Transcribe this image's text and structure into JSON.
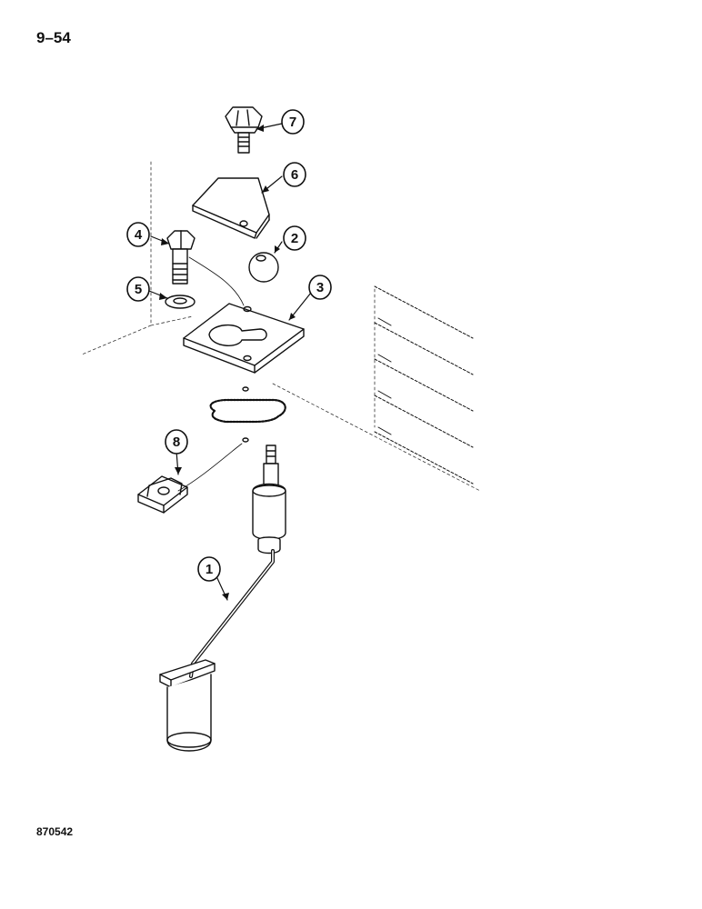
{
  "page": {
    "number": "9–54",
    "drawing_id": "870542"
  },
  "callouts": [
    {
      "label": "1",
      "part": "lever-assembly"
    },
    {
      "label": "2",
      "part": "knob-ball"
    },
    {
      "label": "3",
      "part": "gate-plate"
    },
    {
      "label": "4",
      "part": "hex-bolt"
    },
    {
      "label": "5",
      "part": "washer"
    },
    {
      "label": "6",
      "part": "cover-plate"
    },
    {
      "label": "7",
      "part": "knob-screw"
    },
    {
      "label": "8",
      "part": "clip-nut"
    }
  ]
}
